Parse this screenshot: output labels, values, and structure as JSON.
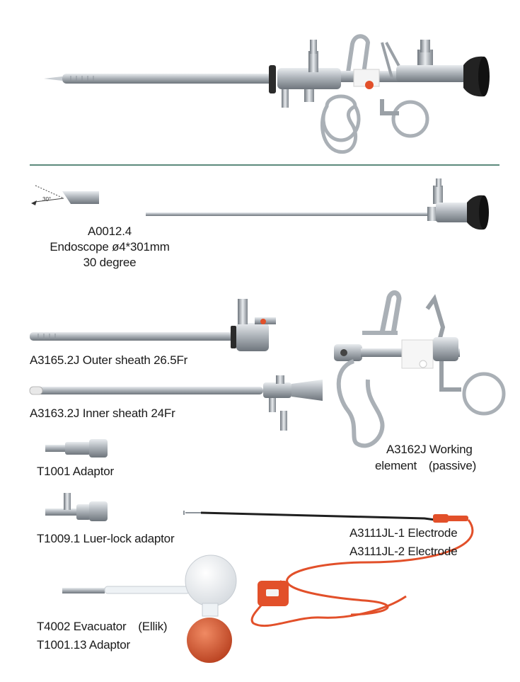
{
  "scope_label": {
    "code": "A0012.4",
    "name": "Endoscope ø4*301mm",
    "angle": "30 degree"
  },
  "scope_tip_angle": "30°",
  "parts": {
    "outer_sheath": "A3165.2J Outer sheath 26.5Fr",
    "inner_sheath": "A3163.2J Inner sheath 24Fr",
    "adaptor": "T1001 Adaptor",
    "luer_adaptor": "T1009.1 Luer-lock adaptor",
    "evacuator": "T4002 Evacuator　(Ellik)",
    "evac_adaptor": "T1001.13 Adaptor",
    "working_element_line1": "A3162J Working",
    "working_element_line2": "element　(passive)",
    "electrode_1": "A3111JL-1 Electrode",
    "electrode_2": "A3111JL-2 Electrode"
  },
  "colors": {
    "steel": "#b9bec3",
    "steel_dark": "#7d848b",
    "electrode_red": "#e2502a",
    "bulb_red": "#d9532e",
    "eyepiece": "#222222",
    "divider": "#5c8a7c"
  }
}
